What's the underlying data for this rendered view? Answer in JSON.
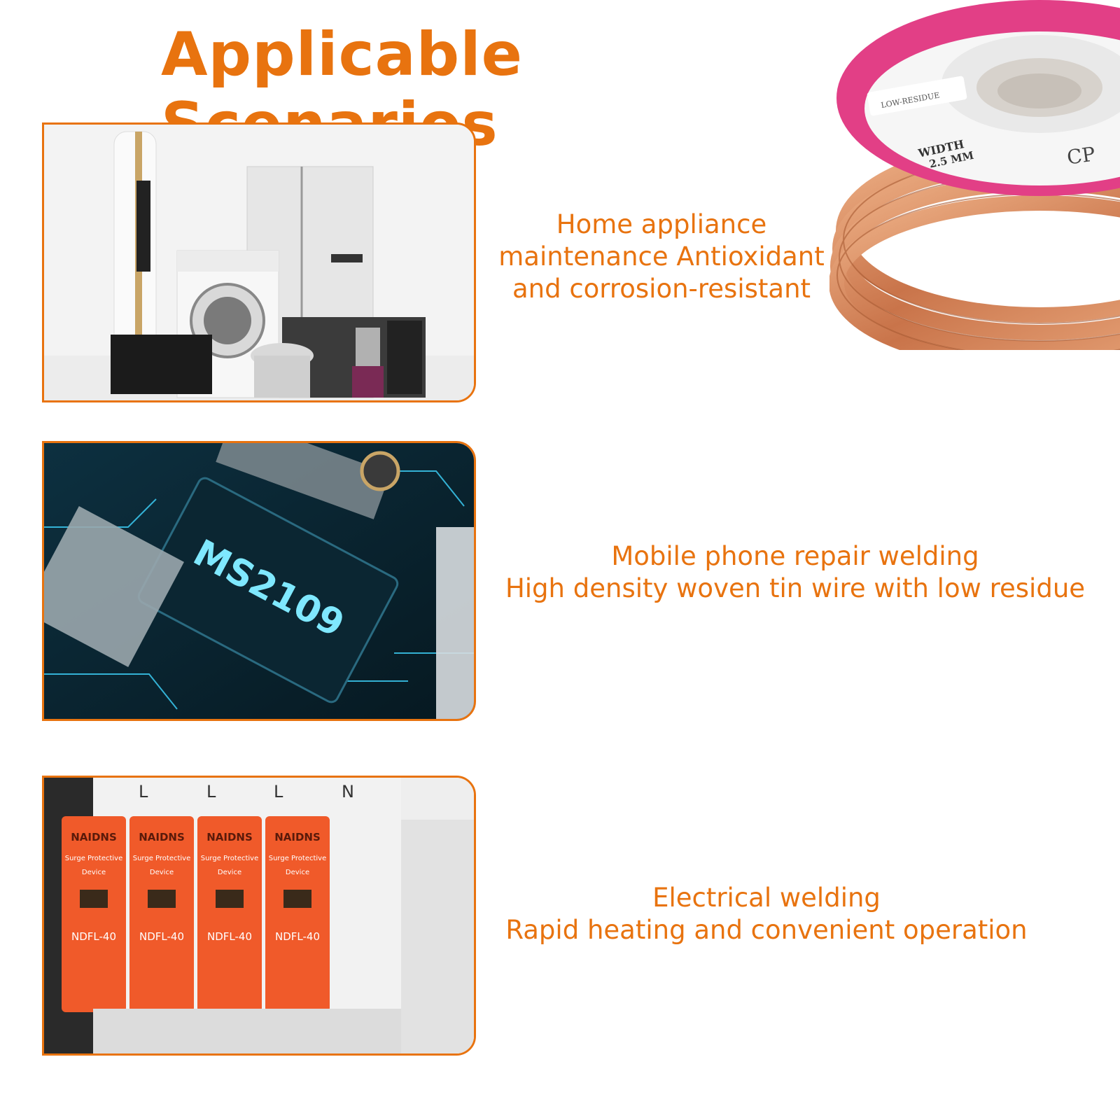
{
  "title": "Applicable Scenarios",
  "spool": {
    "badge": "LOW-RESIDUE",
    "width_label": "WIDTH",
    "width_value": "2.5 MM",
    "partial_text": "CP"
  },
  "scenarios": [
    {
      "lines": [
        "Home appliance",
        "maintenance Antioxidant",
        "and corrosion-resistant"
      ]
    },
    {
      "lines": [
        "Mobile phone repair welding",
        "High density woven tin wire with low residue"
      ],
      "chip_label": "MS2109"
    },
    {
      "lines": [
        "Electrical welding",
        "Rapid heating and convenient operation"
      ],
      "device": {
        "terminals": [
          "L",
          "L",
          "L",
          "N"
        ],
        "brand": "NAIDNS",
        "desc": "Surge Protective",
        "desc2": "Device",
        "model": "NDFL-40"
      }
    }
  ],
  "colors": {
    "accent": "#e8730f",
    "chip_glow": "#7fe8ff",
    "spd_orange": "#f05a2a"
  }
}
